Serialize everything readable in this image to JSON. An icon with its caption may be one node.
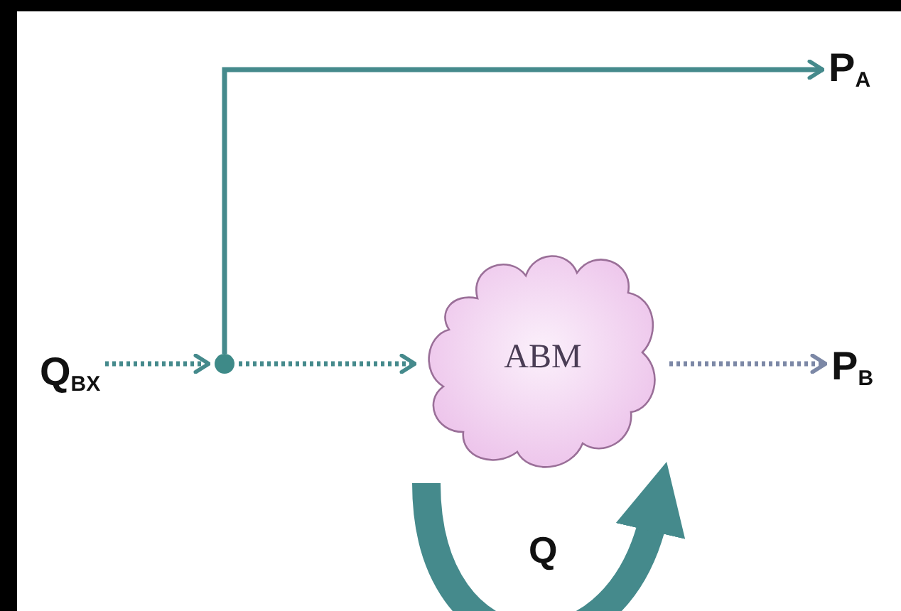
{
  "diagram": {
    "nodes": [
      {
        "text": [
          "Q$_{BX}$"
        ]
      },
      {
        "text": [],
        "shape": "circle"
      },
      {
        "text": [
          "P$_{A}$"
        ]
      },
      {
        "text": [
          "ABM"
        ]
      },
      {
        "text": [
          "P$_{B}$"
        ]
      }
    ],
    "edges": [
      {
        "from": 0,
        "to": 1,
        "arrow": "to",
        "style": "dashed"
      },
      {
        "from": 1,
        "to": 3,
        "arrow": "to",
        "style": "dashed"
      },
      {
        "from": 1,
        "to": 2,
        "arrow": "to"
      },
      {
        "from": 3,
        "to": 4,
        "arrow": "to",
        "style": "dashed",
        "color": "#7c88a6"
      },
      {
        "from": 3,
        "to": 3,
        "arrow": "to",
        "style": "thick",
        "label": "Q"
      }
    ]
  }
}
